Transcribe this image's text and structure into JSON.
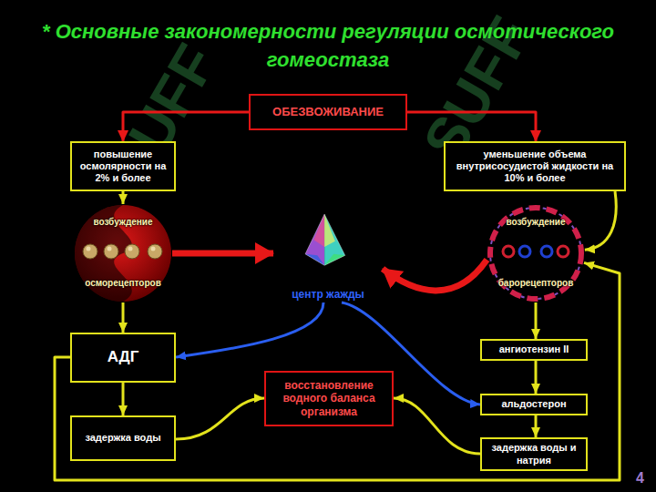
{
  "diagram": {
    "title": "* Основные закономерности регуляции осмотического гомеостаза",
    "nodes": [
      {
        "text": [
          "ОБЕЗВОЖИВАНИЕ"
        ]
      },
      {
        "text": [
          "повышение осмолярности на 2% и более"
        ]
      },
      {
        "text": [
          "уменьшение объема внутрисосудистой жидкости на 10% и более"
        ]
      },
      {
        "text": [
          "возбуждение",
          "осморецепторов"
        ]
      },
      {
        "text": [
          "возбуждение",
          "барорецепторов"
        ]
      },
      {
        "text": [
          "центр жажды"
        ]
      },
      {
        "text": [
          "АДГ"
        ]
      },
      {
        "text": [
          "задержка воды"
        ]
      },
      {
        "text": [
          "восстановление водного баланса организма"
        ]
      },
      {
        "text": [
          "ангиотензин II"
        ]
      },
      {
        "text": [
          "альдостерон"
        ]
      },
      {
        "text": [
          "задержка воды и натрия"
        ]
      }
    ],
    "edges": [
      {
        "from": 0,
        "to": 1,
        "arrow": "to"
      },
      {
        "from": 0,
        "to": 2,
        "arrow": "to"
      },
      {
        "from": 1,
        "to": 3,
        "arrow": "to"
      },
      {
        "from": 2,
        "to": 4,
        "arrow": "to"
      },
      {
        "from": 3,
        "to": 5,
        "arrow": "to"
      },
      {
        "from": 4,
        "to": 5,
        "arrow": "to"
      },
      {
        "from": 5,
        "to": 6,
        "arrow": "to"
      },
      {
        "from": 5,
        "to": 10,
        "arrow": "to"
      },
      {
        "from": 3,
        "to": 6,
        "arrow": "to"
      },
      {
        "from": 6,
        "to": 7,
        "arrow": "to"
      },
      {
        "from": 7,
        "to": 8,
        "arrow": "to"
      },
      {
        "from": 11,
        "to": 8,
        "arrow": "to"
      },
      {
        "from": 4,
        "to": 9,
        "arrow": "to"
      },
      {
        "from": 9,
        "to": 10,
        "arrow": "to"
      },
      {
        "from": 10,
        "to": 11,
        "arrow": "to"
      },
      {
        "from": 6,
        "to": 4,
        "arrow": "to"
      }
    ],
    "labels": [
      "SUFF",
      "SUFF",
      "4"
    ]
  }
}
